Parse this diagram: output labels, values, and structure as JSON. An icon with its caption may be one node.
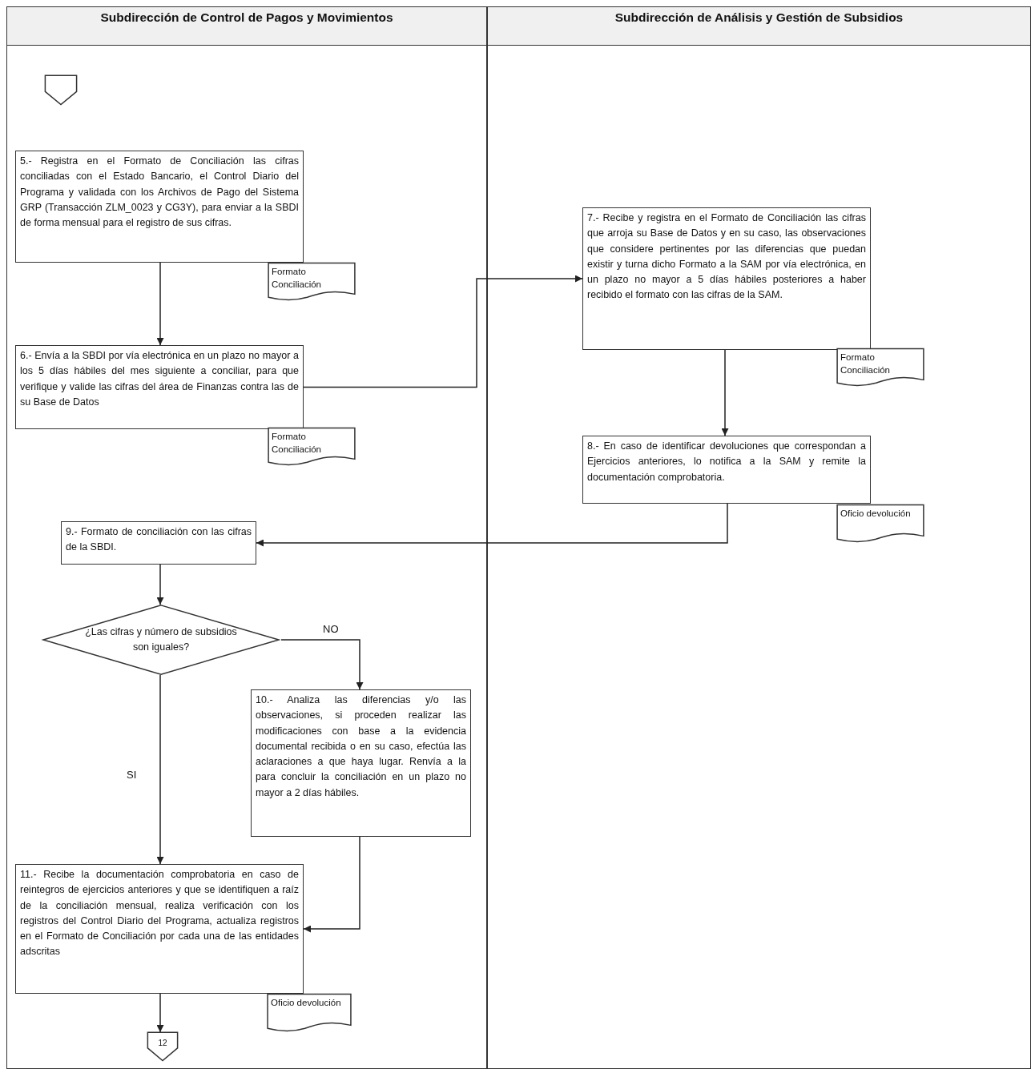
{
  "diagram": {
    "nodes": [
      {
        "text": [
          "Subdirección de Control de Pagos y Movimientos"
        ]
      },
      {
        "text": [
          "Subdirección de Análisis y Gestión de Subsidios"
        ]
      },
      {
        "text": [],
        "shape": "pentagon",
        "in": 0
      },
      {
        "text": [
          "5.- Registra en el Formato de Conciliación las cifras conciliadas con el Estado Bancario, el Control Diario del Programa y validada con los Archivos de Pago del Sistema GRP (Transacción ZLM_0023 y CG3Y), para enviar a la SBDI de forma mensual para el registro de sus cifras."
        ],
        "in": 0
      },
      {
        "text": [
          "Formato Conciliación"
        ],
        "in": 0
      },
      {
        "text": [
          "6.- Envía a la SBDI por vía electrónica en un plazo no mayor a los 5 días hábiles del mes siguiente a conciliar, para que verifique y valide las cifras del área de Finanzas contra las de su Base de Datos"
        ],
        "in": 0
      },
      {
        "text": [
          "Formato Conciliación"
        ],
        "in": 0
      },
      {
        "text": [
          "7.- Recibe y registra en el Formato de Conciliación las cifras que arroja su Base de Datos y en su caso, las observaciones que considere pertinentes por las diferencias que puedan existir y turna dicho Formato a la SAM por vía electrónica, en un plazo no mayor a 5 días hábiles posteriores a haber recibido el formato con las cifras de la SAM."
        ],
        "in": 1
      },
      {
        "text": [
          "Formato Conciliación"
        ],
        "in": 1
      },
      {
        "text": [
          "8.- En caso de identificar devoluciones que correspondan a Ejercicios anteriores, lo notifica a la SAM y remite la documentación comprobatoria."
        ],
        "in": 1
      },
      {
        "text": [
          "Oficio devolución"
        ],
        "in": 1
      },
      {
        "text": [
          "9.- Formato de conciliación con las cifras de la SBDI."
        ],
        "in": 0
      },
      {
        "text": [
          "¿Las cifras y número de subsidios son iguales?"
        ],
        "in": 0
      },
      {
        "text": [
          "10.- Analiza las diferencias y/o las observaciones, si proceden realizar las modificaciones con base a la evidencia documental recibida o en su caso, efectúa las aclaraciones a que haya lugar. Renvía a la para concluir la conciliación en un plazo no mayor a 2 días hábiles."
        ],
        "in": 0
      },
      {
        "text": [
          "11.- Recibe la documentación comprobatoria en caso de reintegros de ejercicios anteriores y que se identifiquen a raíz de la conciliación mensual, realiza verificación con los registros del Control Diario del Programa, actualiza registros en el Formato de Conciliación por cada una de las entidades adscritas"
        ],
        "in": 0
      },
      {
        "text": [
          "Oficio devolución"
        ],
        "in": 0
      },
      {
        "text": [
          "12"
        ],
        "in": 0
      }
    ],
    "edges": [
      {
        "from": 3,
        "to": 5,
        "arrow": "to"
      },
      {
        "from": 5,
        "to": 7,
        "arrow": "to"
      },
      {
        "from": 7,
        "to": 9,
        "arrow": "to"
      },
      {
        "from": 9,
        "to": 11,
        "arrow": "to"
      },
      {
        "from": 11,
        "to": 12,
        "arrow": "to"
      },
      {
        "from": 12,
        "to": 13,
        "label": "NO",
        "arrow": "to"
      },
      {
        "from": 12,
        "to": 14,
        "label": "SI",
        "arrow": "to"
      },
      {
        "from": 13,
        "to": 14,
        "arrow": "to"
      },
      {
        "from": 14,
        "to": 16,
        "arrow": "to"
      }
    ]
  }
}
